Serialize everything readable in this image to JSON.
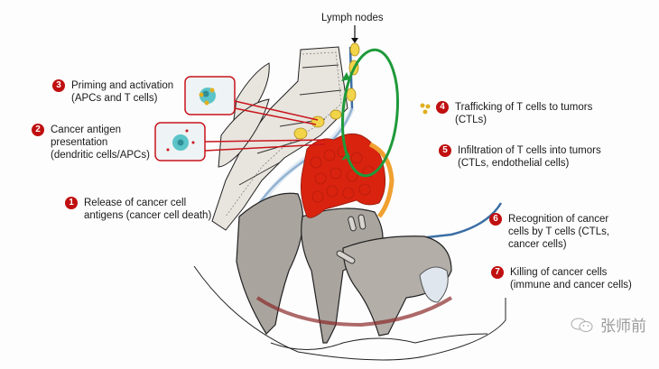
{
  "diagram": {
    "title_label": "Lymph nodes",
    "steps": [
      {
        "number": "1",
        "lines": [
          "Release of cancer cell",
          "antigens (cancer cell death)"
        ]
      },
      {
        "number": "2",
        "lines": [
          "Cancer antigen",
          "presentation",
          "(dendritic cells/APCs)"
        ]
      },
      {
        "number": "3",
        "lines": [
          "Priming and activation",
          "(APCs and T cells)"
        ]
      },
      {
        "number": "4",
        "lines": [
          "Trafficking of T cells to tumors",
          "(CTLs)"
        ]
      },
      {
        "number": "5",
        "lines": [
          "Infiltration of T cells into tumors",
          "(CTLs, endothelial cells)"
        ]
      },
      {
        "number": "6",
        "lines": [
          "Recognition of cancer",
          "cells by T cells (CTLs,",
          "cancer cells)"
        ]
      },
      {
        "number": "7",
        "lines": [
          "Killing of cancer cells",
          "(immune and cancer cells)"
        ]
      }
    ],
    "colors": {
      "badge": "#c00f10",
      "cycle_arrow": "#1f9a3a",
      "tumor": "#d9230f",
      "lymph_node": "#f1d44a",
      "callout_border": "#c8151b",
      "dendritic_cell": "#5bc4c8",
      "vessel": "#3b6ea5"
    }
  },
  "watermark": {
    "icon": "wechat-icon",
    "text": "张师前"
  }
}
